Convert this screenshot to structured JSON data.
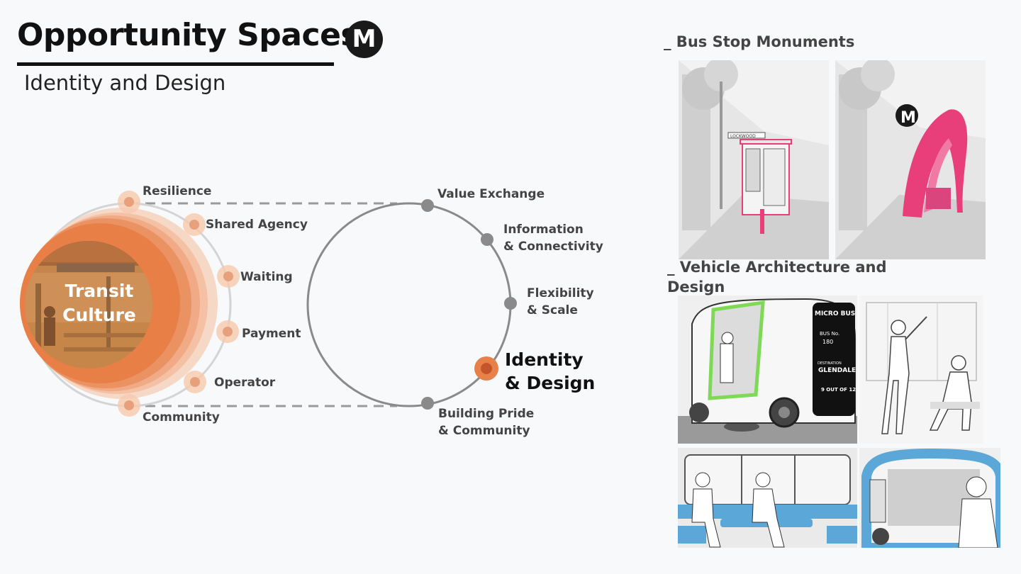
{
  "header": {
    "title": "Opportunity Spaces",
    "logo_letter": "M",
    "subtitle": "Identity and Design"
  },
  "left_diagram": {
    "hub_label_line1": "Transit",
    "hub_label_line2": "Culture",
    "spokes": [
      "Resilience",
      "Shared Agency",
      "Waiting",
      "Payment",
      "Operator",
      "Community"
    ]
  },
  "ring_diagram": {
    "nodes": [
      {
        "line1": "Value Exchange",
        "line2": ""
      },
      {
        "line1": "Information",
        "line2": "& Connectivity"
      },
      {
        "line1": "Flexibility",
        "line2": "& Scale"
      },
      {
        "line1": "Identity",
        "line2": "& Design",
        "highlighted": true
      },
      {
        "line1": "Building Pride",
        "line2": "& Community"
      }
    ]
  },
  "right_panel": {
    "bus_stop_title": "_ Bus Stop Monuments",
    "vehicle_title_line1": "_ Vehicle Architecture and",
    "vehicle_title_line2": "Design",
    "bus_stop_sign_text": "LOCKWOOD",
    "shelter_logo_letter": "M",
    "bus_sign": {
      "line1": "MICRO BUS",
      "line2": "BUS No.",
      "line3": "180",
      "line4": "DESTINATION",
      "line5": "GLENDALE",
      "line6": "9 OUT OF 12"
    }
  },
  "colors": {
    "accent_orange": "#e8804a",
    "ring_grey": "#8a8a8a",
    "shelter_pink": "#e83f7a",
    "bus_green": "#7ed957",
    "seat_blue": "#5aa7d8"
  }
}
